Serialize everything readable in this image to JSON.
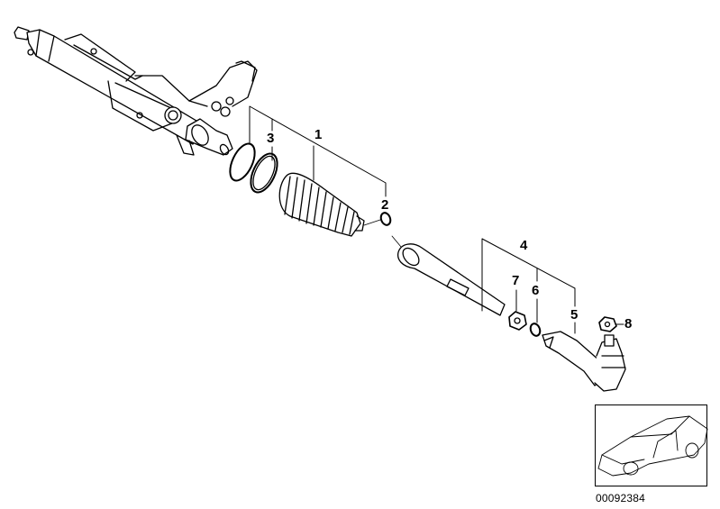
{
  "diagram": {
    "part_labels": [
      "1",
      "2",
      "3",
      "4",
      "5",
      "6",
      "7",
      "8"
    ],
    "diagram_code": "00092384",
    "parts": [
      {
        "callout": "1",
        "name": "steering-gear-bellows-kit"
      },
      {
        "callout": "2",
        "name": "clamp"
      },
      {
        "callout": "3",
        "name": "clamp-ring"
      },
      {
        "callout": "4",
        "name": "tie-rod-assembly"
      },
      {
        "callout": "5",
        "name": "tie-rod-end"
      },
      {
        "callout": "6",
        "name": "clamp"
      },
      {
        "callout": "7",
        "name": "nut"
      },
      {
        "callout": "8",
        "name": "self-locking-nut"
      }
    ]
  }
}
